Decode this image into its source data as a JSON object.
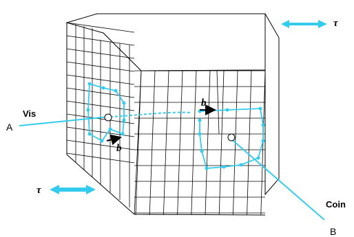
{
  "labels": {
    "tau_top": "τ",
    "tau_bottom": "τ",
    "vis": "Vis",
    "coin": "Coin",
    "point_a": "A",
    "point_b": "B",
    "burgers_screw": "b",
    "burgers_edge": "b"
  },
  "colors": {
    "accent": "#33ccee",
    "line": "#000000",
    "background": "#ffffff"
  }
}
